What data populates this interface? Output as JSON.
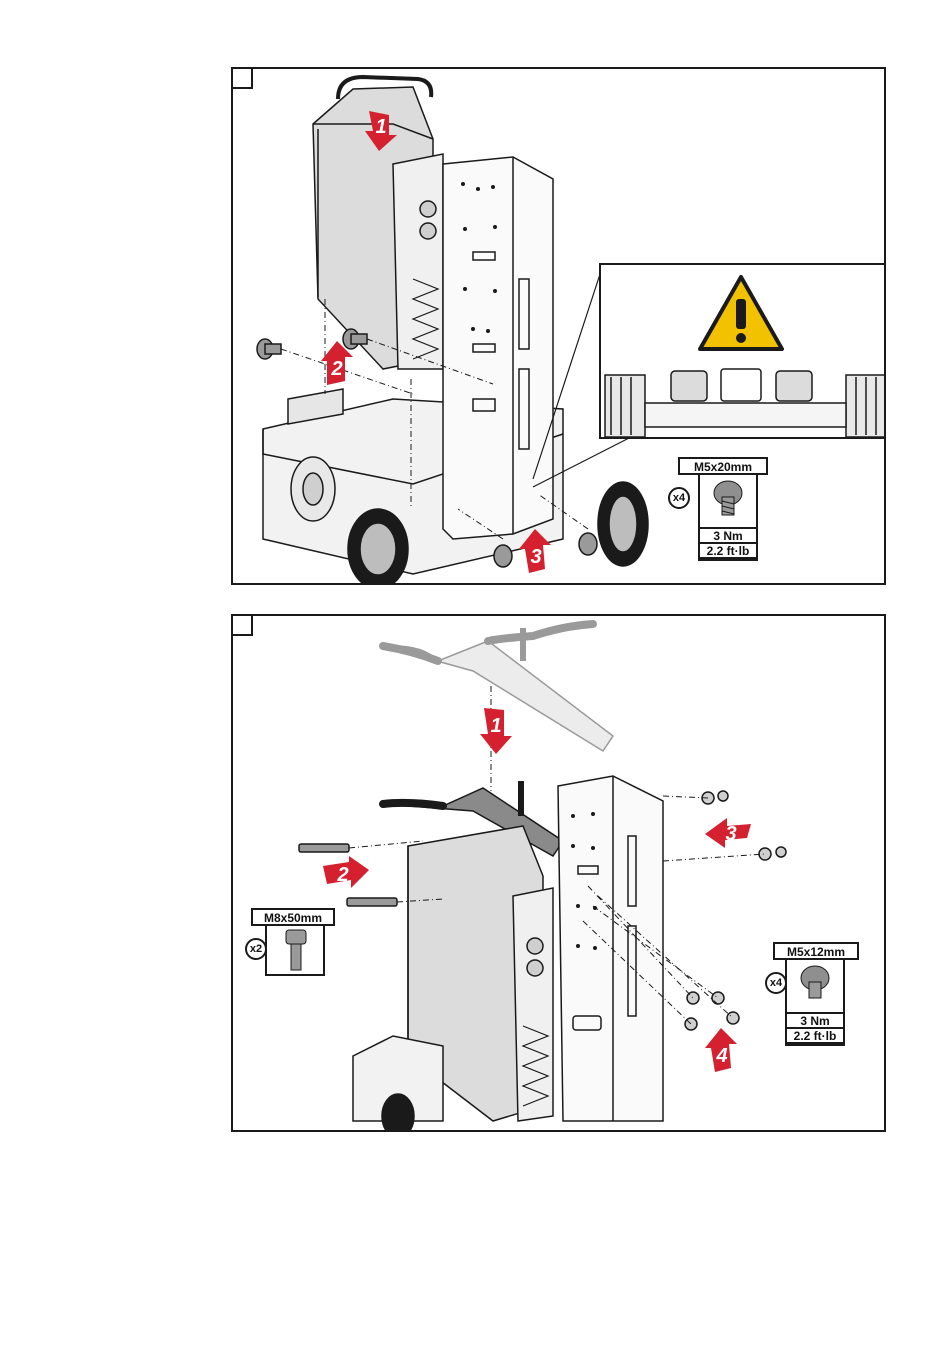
{
  "panel1": {
    "steps": [
      "1",
      "2",
      "3"
    ],
    "warning_icon": "warning-triangle-icon",
    "spec": {
      "size": "M5x20mm",
      "quantity": "x4",
      "torque_nm": "3 Nm",
      "torque_ftlb": "2.2 ft·lb"
    }
  },
  "panel2": {
    "steps": [
      "1",
      "2",
      "3",
      "4"
    ],
    "spec_bolt": {
      "size": "M8x50mm",
      "quantity": "x2"
    },
    "spec_screw": {
      "size": "M5x12mm",
      "quantity": "x4",
      "torque_nm": "3 Nm",
      "torque_ftlb": "2.2 ft·lb"
    }
  },
  "colors": {
    "accent_red": "#d4202f",
    "warning_yellow": "#f2c200",
    "line": "#1a1a1a",
    "grey_body": "#d8d8d8"
  }
}
